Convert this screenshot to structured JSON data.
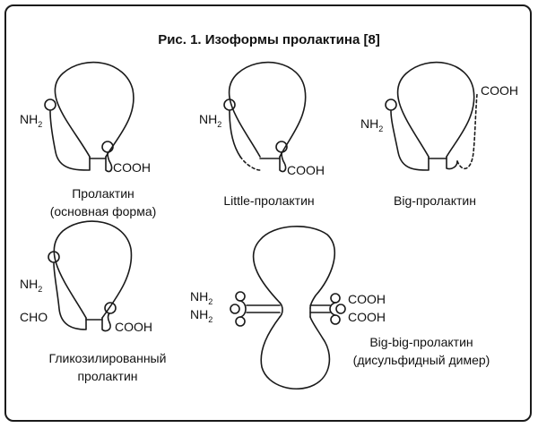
{
  "title": "Рис. 1. Изоформы пролактина [8]",
  "labels": {
    "nh": "NH",
    "sub2": "2",
    "cooh": "COOH",
    "cho": "CHO"
  },
  "isoforms": [
    {
      "caption_line1": "Пролактин",
      "caption_line2": "(основная форма)"
    },
    {
      "caption_line1": "Little-пролактин",
      "caption_line2": ""
    },
    {
      "caption_line1": "Big-пролактин",
      "caption_line2": ""
    },
    {
      "caption_line1": "Гликозилированный",
      "caption_line2": "пролактин"
    },
    {
      "caption_line1": "Big-big-пролактин",
      "caption_line2": "(дисульфидный димер)"
    }
  ]
}
